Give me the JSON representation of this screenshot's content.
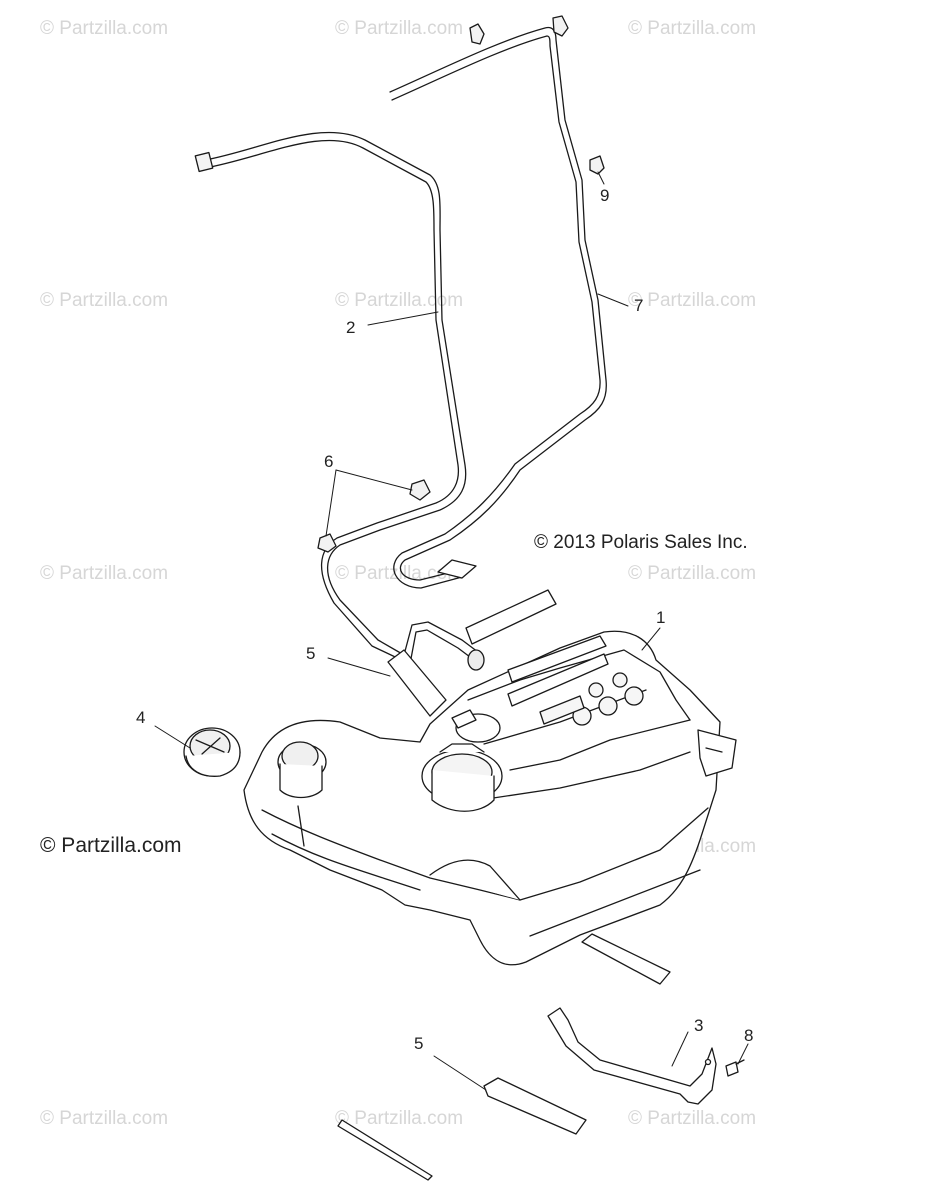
{
  "diagram": {
    "copyright": "© 2013 Polaris Sales Inc.",
    "brand_watermark": "© Partzilla.com",
    "watermark": "© Partzilla.com",
    "callouts": {
      "c1": "1",
      "c2": "2",
      "c3": "3",
      "c4": "4",
      "c5a": "5",
      "c5b": "5",
      "c6": "6",
      "c7": "7",
      "c8": "8",
      "c9": "9"
    }
  }
}
